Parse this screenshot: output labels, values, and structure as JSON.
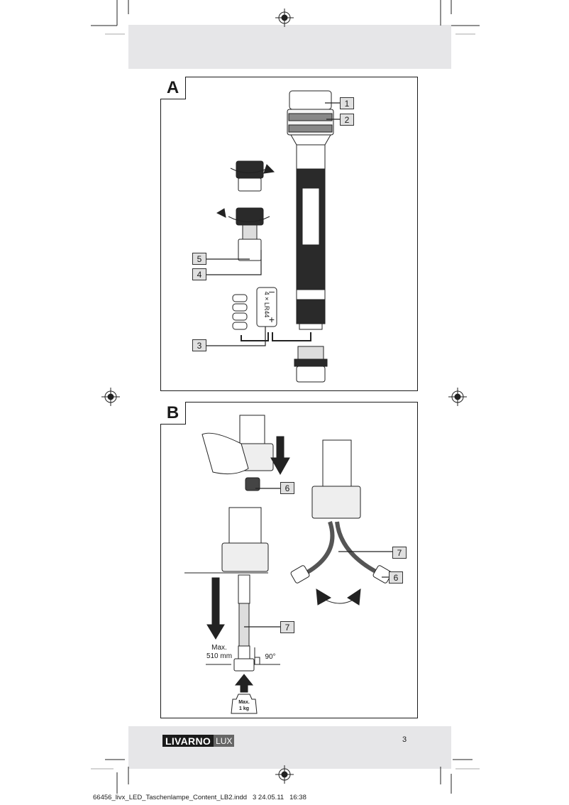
{
  "panels": [
    {
      "label": "A",
      "callouts": [
        "1",
        "2",
        "5",
        "4",
        "3"
      ],
      "battery_label": "4 × LR44",
      "battery_polarity": [
        "–",
        "+"
      ]
    },
    {
      "label": "B",
      "callouts": [
        "6",
        "7",
        "6",
        "7"
      ],
      "max_length": "Max.\n510 mm",
      "angle": "90°",
      "weight": "Max.\n1 kg"
    }
  ],
  "footer": {
    "brand": "LIVARNO",
    "brand_suffix": "LUX",
    "page_number": "3"
  },
  "slug": "66456_livx_LED_Taschenlampe_Content_LB2.indd   3 24.05.11   16:38",
  "colors": {
    "band": "#e6e6e8",
    "ink": "#1a1a1a",
    "callout_fill": "#e0e0e0"
  }
}
